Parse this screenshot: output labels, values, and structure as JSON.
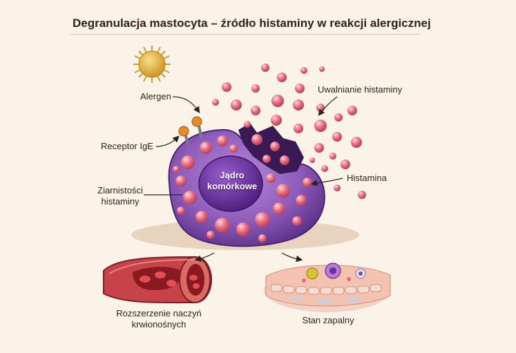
{
  "title": "Degranulacja mastocyta – źródło histaminy w reakcji alergicznej",
  "labels": {
    "allergen": "Alergen",
    "receptor": "Receptor IgE",
    "granules_line1": "Ziarnistości",
    "granules_line2": "histaminy",
    "nucleus_line1": "Jądro",
    "nucleus_line2": "komórkowe",
    "release": "Uwalnianie histaminy",
    "histamine": "Histamina",
    "vasodilation_line1": "Rozszerzenie naczyń",
    "vasodilation_line2": "krwionośnych",
    "inflammation": "Stan zapalny"
  },
  "colors": {
    "cell": "#8e5cbc",
    "cell_dark": "#5a2f86",
    "nucleus": "#6b2fa0",
    "granule": "#e56b80",
    "allergen": "#e8b23a",
    "vessel": "#c8424a",
    "background": "#fbf3e8"
  }
}
